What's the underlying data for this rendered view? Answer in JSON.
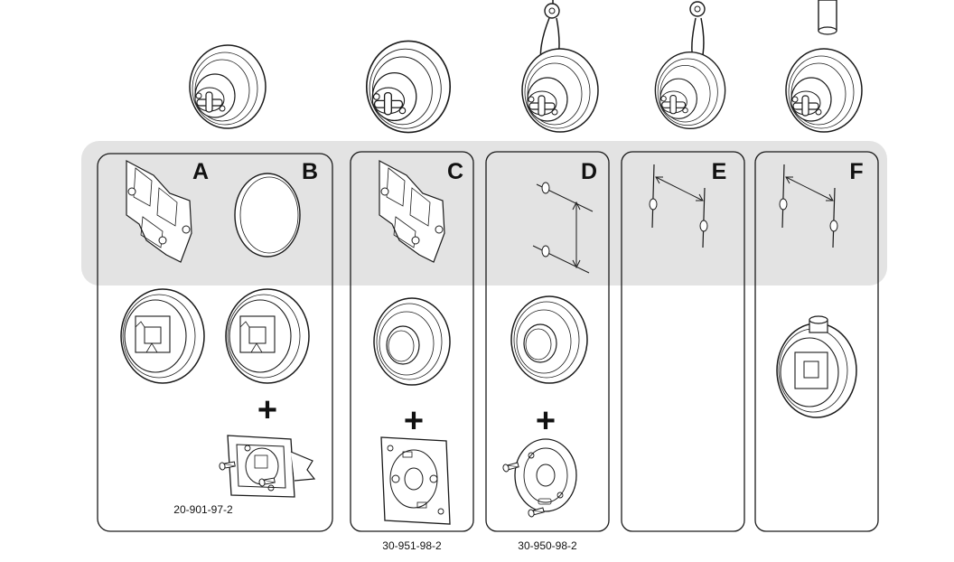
{
  "figure": {
    "panels": [
      {
        "id": "A",
        "letter": "A"
      },
      {
        "id": "B",
        "letter": "B"
      },
      {
        "id": "C",
        "letter": "C"
      },
      {
        "id": "D",
        "letter": "D"
      },
      {
        "id": "E",
        "letter": "E"
      },
      {
        "id": "F",
        "letter": "F"
      }
    ],
    "plus_sign": "+",
    "part_numbers": {
      "ab": "20-901-97-2",
      "c": "30-951-98-2",
      "d": "30-950-98-2"
    },
    "colors": {
      "band": "#e3e3e3",
      "line": "#1a1a1a",
      "panel_fill": "#ffffff"
    }
  }
}
